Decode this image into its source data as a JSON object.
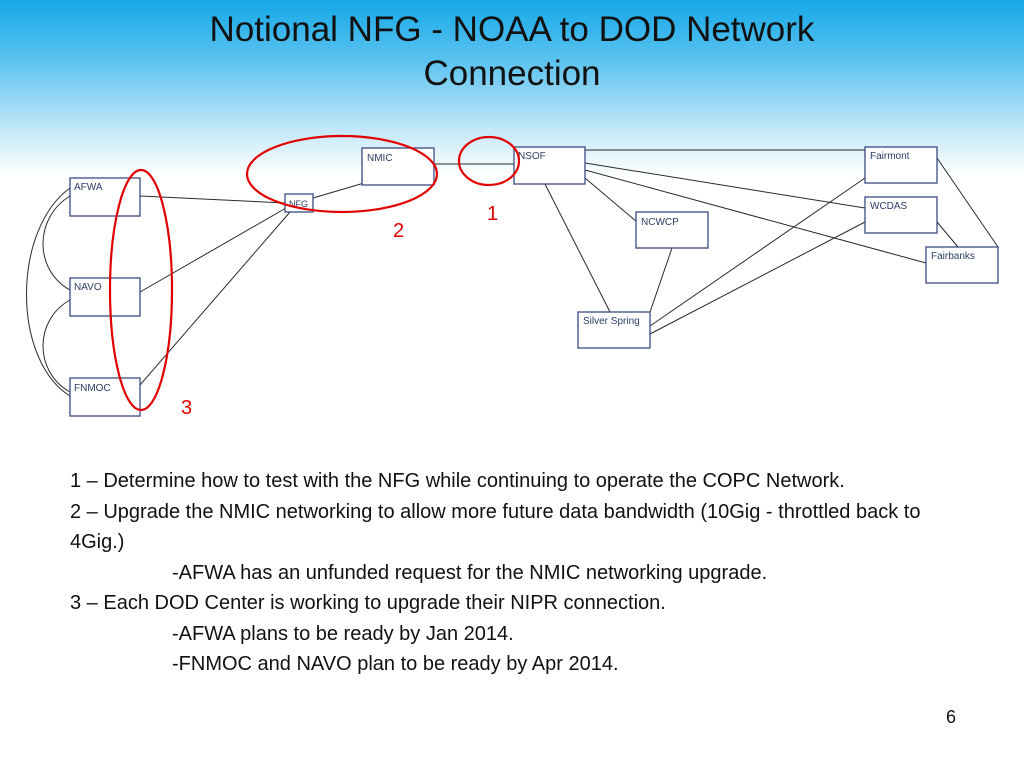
{
  "slide": {
    "title_line1": "Notional NFG - NOAA to DOD Network",
    "title_line2": "Connection",
    "page_number": "6"
  },
  "diagram": {
    "nodes": {
      "afwa": "AFWA",
      "navo": "NAVO",
      "fnmoc": "FNMOC",
      "nfg": "NFG",
      "nmic": "NMIC",
      "nsof": "NSOF",
      "ncwcp": "NCWCP",
      "silver_spring": "Silver Spring",
      "fairmont": "Fairmont",
      "wcdas": "WCDAS",
      "fairbanks": "Fairbanks"
    },
    "callouts": {
      "one": "1",
      "two": "2",
      "three": "3"
    },
    "colors": {
      "box_stroke": "#3a4a82",
      "line": "#2a2a2a",
      "callout": "#e00000"
    }
  },
  "notes": {
    "item1": "1 – Determine how to test with the NFG while continuing to operate the COPC Network.",
    "item2": "2 – Upgrade the NMIC networking to allow more future data bandwidth (10Gig - throttled back to 4Gig.)",
    "item2_sub": "-AFWA has an unfunded request for the NMIC networking upgrade.",
    "item3": "3 – Each DOD Center is working to upgrade their NIPR connection.",
    "item3_sub1": "-AFWA plans to be ready by Jan 2014.",
    "item3_sub2": "-FNMOC and NAVO plan to be ready by Apr 2014."
  }
}
